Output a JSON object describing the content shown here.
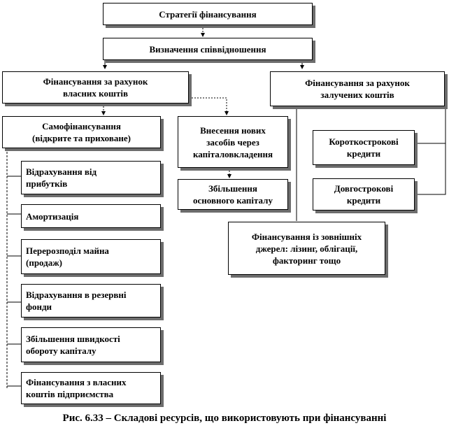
{
  "diagram": {
    "strategy": [
      "Стратегії фінансування"
    ],
    "ratio": [
      "Визначення співвідношення"
    ],
    "own_funds": [
      "Фінансування за рахунок",
      "власних коштів"
    ],
    "borrowed_funds": [
      "Фінансування за рахунок",
      "залучених коштів"
    ],
    "self_financing": [
      "Самофінансування",
      "(відкрите та приховане)"
    ],
    "profit_deductions": [
      "Відрахування  від",
      "прибутків"
    ],
    "depreciation": [
      "Амортизація"
    ],
    "asset_sales": [
      "Перерозподіл майна",
      "(продаж)"
    ],
    "reserve_deductions": [
      "Відрахування  в резервні",
      "фонди"
    ],
    "turnover_speed": [
      "Збільшення  швидкості",
      "обороту капіталу"
    ],
    "enterprise_funds": [
      "Фінансування з власних",
      "коштів  підприємства"
    ],
    "new_funds": [
      "Внесення нових",
      "засобів  через",
      "капіталовкладення"
    ],
    "capital_increase": [
      "Збільшення",
      "основного капіталу"
    ],
    "short_credits": [
      "Короткострокові",
      "кредити"
    ],
    "long_credits": [
      "Довгострокові",
      "кредити"
    ],
    "external_sources": [
      "Фінансування із зовнішніх",
      "джерел: лізинг, облігації,",
      "факторинг  тощо"
    ]
  },
  "caption": "Рис. 6.33 – Складові ресурсів, що використовують при фінансуванні"
}
